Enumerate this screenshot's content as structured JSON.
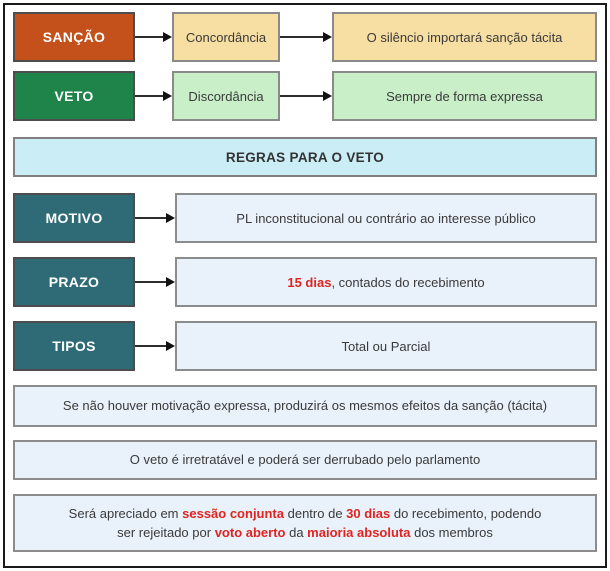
{
  "colors": {
    "sancao_box": "#c4511b",
    "veto_box": "#1e8449",
    "rule_label_box": "#2f6b77",
    "tan_fill": "#f7dfa3",
    "light_green_fill": "#c9efc9",
    "header_cyan_fill": "#cbedf5",
    "pale_blue_fill": "#e9f1fb",
    "highlight_red": "#e02420",
    "frame_border": "#1a1a1a",
    "box_border_gray": "#8a8a8a"
  },
  "flow": {
    "rows": [
      {
        "label": "SANÇÃO",
        "mid": "Concordância",
        "end": "O silêncio importará sanção tácita"
      },
      {
        "label": "VETO",
        "mid": "Discordância",
        "end": "Sempre de forma expressa"
      }
    ]
  },
  "section_header": "REGRAS PARA O VETO",
  "rules": {
    "rows": [
      {
        "label": "MOTIVO",
        "segments": [
          {
            "text": "PL inconstitucional ou contrário ao interesse público",
            "red": false
          }
        ]
      },
      {
        "label": "PRAZO",
        "segments": [
          {
            "text": "15 dias",
            "red": true
          },
          {
            "text": ", contados do recebimento",
            "red": false
          }
        ]
      },
      {
        "label": "TIPOS",
        "segments": [
          {
            "text": "Total ou Parcial",
            "red": false
          }
        ]
      }
    ]
  },
  "notes": [
    {
      "segments": [
        {
          "text": "Se não houver motivação expressa, produzirá os mesmos efeitos da sanção (tácita)",
          "red": false
        }
      ]
    },
    {
      "segments": [
        {
          "text": "O veto é irretratável e poderá ser derrubado pelo parlamento",
          "red": false
        }
      ]
    },
    {
      "segments": [
        {
          "text": "Será apreciado em ",
          "red": false
        },
        {
          "text": "sessão conjunta",
          "red": true
        },
        {
          "text": " dentro de ",
          "red": false
        },
        {
          "text": "30 dias",
          "red": true
        },
        {
          "text": " do recebimento, podendo ser rejeitado por ",
          "red": false
        },
        {
          "text": "voto aberto",
          "red": true
        },
        {
          "text": " da ",
          "red": false
        },
        {
          "text": "maioria absoluta",
          "red": true
        },
        {
          "text": " dos membros",
          "red": false
        }
      ]
    }
  ]
}
